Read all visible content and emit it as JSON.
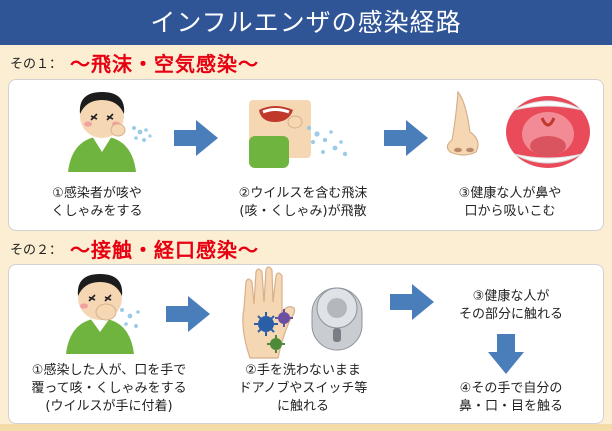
{
  "title": "インフルエンザの感染経路",
  "section1": {
    "number": "その１：",
    "name": "〜飛沫・空気感染〜",
    "steps": [
      {
        "line1": "①感染者が咳や",
        "line2": "くしゃみをする"
      },
      {
        "line1": "②ウイルスを含む飛沫",
        "line2": "(咳・くしゃみ)が飛散"
      },
      {
        "line1": "③健康な人が鼻や",
        "line2": "口から吸いこむ"
      }
    ]
  },
  "section2": {
    "number": "その２：",
    "name": "〜接触・経口感染〜",
    "steps": [
      {
        "line1": "①感染した人が、口を手で",
        "line2": "覆って咳・くしゃみをする",
        "line3": "(ウイルスが手に付着)"
      },
      {
        "line1": "②手を洗わないまま",
        "line2": "ドアノブやスイッチ等",
        "line3": "に触れる"
      },
      {
        "line1": "③健康な人が",
        "line2": "その部分に触れる"
      },
      {
        "line1": "④その手で自分の",
        "line2": "鼻・口・目を触る"
      }
    ]
  },
  "colors": {
    "header_bg": "#2f5597",
    "section_name": "#e60012",
    "arrow": "#4a7ebb",
    "page_bg": "#fbeed2"
  }
}
